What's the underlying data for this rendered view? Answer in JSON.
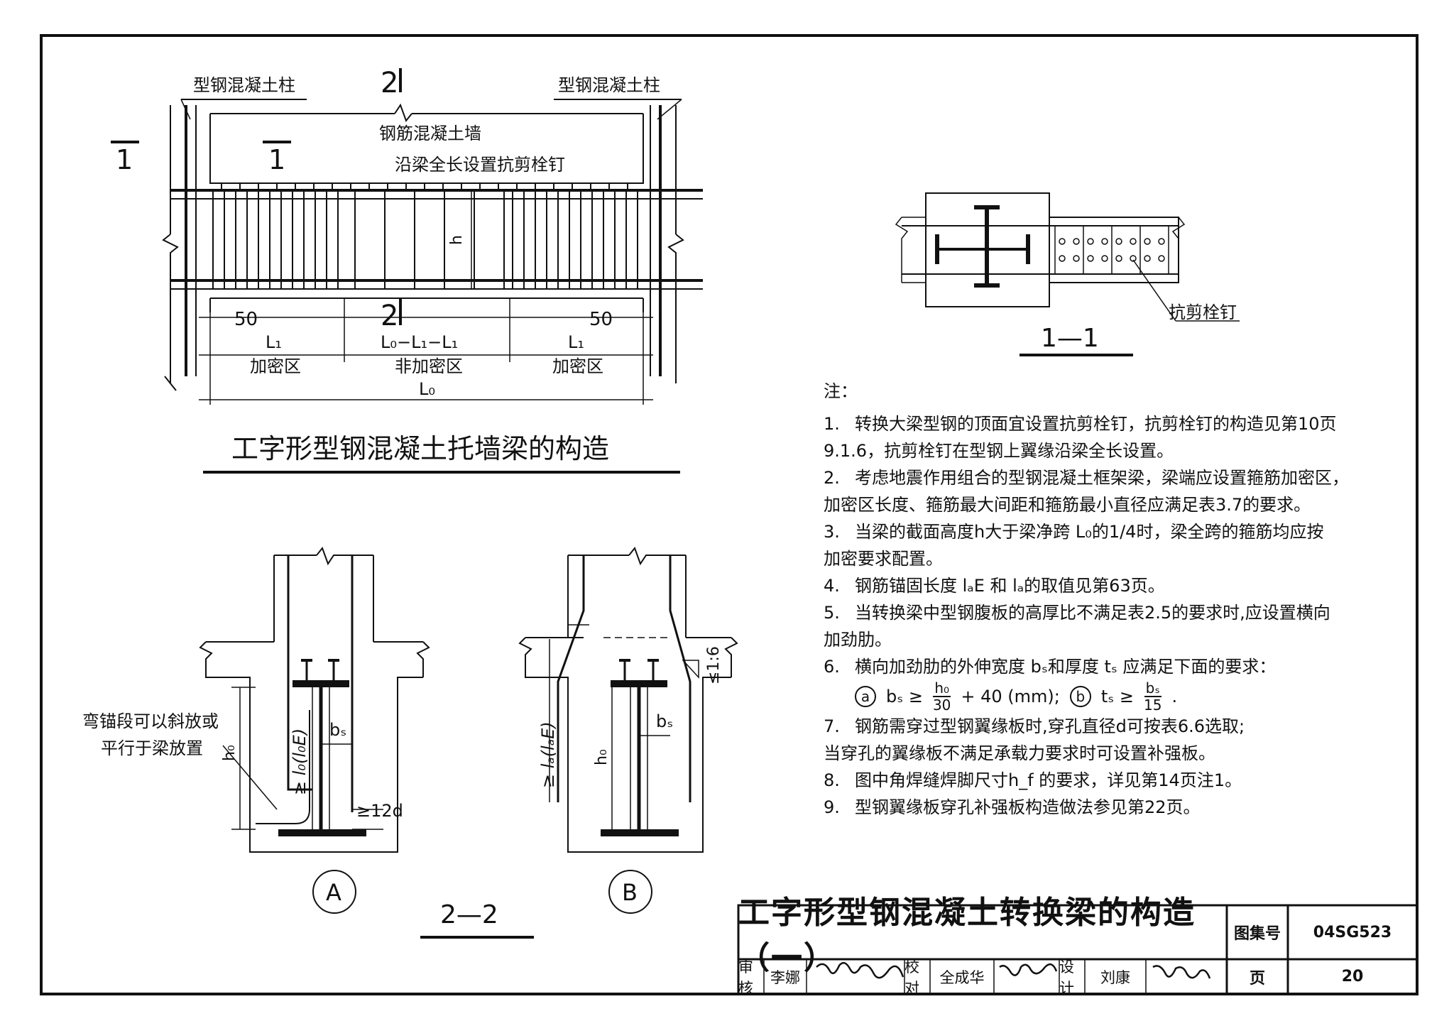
{
  "elevation": {
    "col_label_left": "型钢混凝土柱",
    "col_label_right": "型钢混凝土柱",
    "wall_label": "钢筋混凝土墙",
    "studs_label": "沿梁全长设置抗剪栓钉",
    "section_1_left": "1",
    "section_1_mid": "1",
    "section_2_top": "2",
    "section_2_bottom": "2",
    "h_label": "h",
    "dim_50_left": "50",
    "dim_50_right": "50",
    "dim_L1_left": "L₁",
    "dim_mid": "L₀−L₁−L₁",
    "dim_L1_right": "L₁",
    "zone_left": "加密区",
    "zone_mid": "非加密区",
    "zone_right": "加密区",
    "dim_L0": "L₀",
    "title": "工字形型钢混凝土托墙梁的构造"
  },
  "section_11": {
    "stud_label": "抗剪栓钉",
    "title": "1—1"
  },
  "section_22": {
    "left_note_line1": "弯锚段可以斜放或",
    "left_note_line2": "平行于梁放置",
    "a_anchor": "≥ l₀(l₀E)",
    "a_bs": "bₛ",
    "a_h0": "h₀",
    "a_12d": "≥12d",
    "b_anchor": "≥ lₐ(lₐE)",
    "b_bs": "bₛ",
    "b_h0": "h₀",
    "b_slope": "≤1:6",
    "mark_a": "A",
    "mark_b": "B",
    "title": "2—2"
  },
  "notes": {
    "heading": "注：",
    "items": [
      {
        "num": "1.",
        "line1": "转换大梁型钢的顶面宜设置抗剪栓钉，抗剪栓钉的构造见第10页",
        "line2": "9.1.6，抗剪栓钉在型钢上翼缘沿梁全长设置。"
      },
      {
        "num": "2.",
        "line1": "考虑地震作用组合的型钢混凝土框架梁，梁端应设置箍筋加密区，",
        "line2": "加密区长度、箍筋最大间距和箍筋最小直径应满足表3.7的要求。"
      },
      {
        "num": "3.",
        "line1": "当梁的截面高度h大于梁净跨 L₀的1/4时，梁全跨的箍筋均应按",
        "line2": "加密要求配置。"
      },
      {
        "num": "4.",
        "line1": "钢筋锚固长度 lₐE 和 lₐ的取值见第63页。",
        "line2": ""
      },
      {
        "num": "5.",
        "line1": "当转换梁中型钢腹板的高厚比不满足表2.5的要求时,应设置横向",
        "line2": "加劲肋。"
      },
      {
        "num": "6.",
        "line1": "横向加劲肋的外伸宽度 bₛ和厚度 tₛ 应满足下面的要求：",
        "line2": ""
      },
      {
        "num": "7.",
        "line1": "钢筋需穿过型钢翼缘板时,穿孔直径d可按表6.6选取;",
        "line2": "当穿孔的翼缘板不满足承载力要求时可设置补强板。"
      },
      {
        "num": "8.",
        "line1": "图中角焊缝焊脚尺寸h_f 的要求，详见第14页注1。",
        "line2": ""
      },
      {
        "num": "9.",
        "line1": "型钢翼缘板穿孔补强板构造做法参见第22页。",
        "line2": ""
      }
    ],
    "formula": {
      "a_mark": "a",
      "a_lhs": "bₛ ≥",
      "a_num": "h₀",
      "a_den": "30",
      "a_rhs": "+ 40  (mm);",
      "b_mark": "b",
      "b_lhs": "tₛ ≥",
      "b_num": "bₛ",
      "b_den": "15",
      "b_rhs": "."
    }
  },
  "title_block": {
    "title": "工字形型钢混凝土转换梁的构造（一）",
    "atlas_label": "图集号",
    "atlas_value": "04SG523",
    "review_label": "审核",
    "review_name": "李娜",
    "check_label": "校对",
    "check_name": "全成华",
    "design_label": "设计",
    "design_name": "刘康",
    "page_label": "页",
    "page_value": "20"
  }
}
